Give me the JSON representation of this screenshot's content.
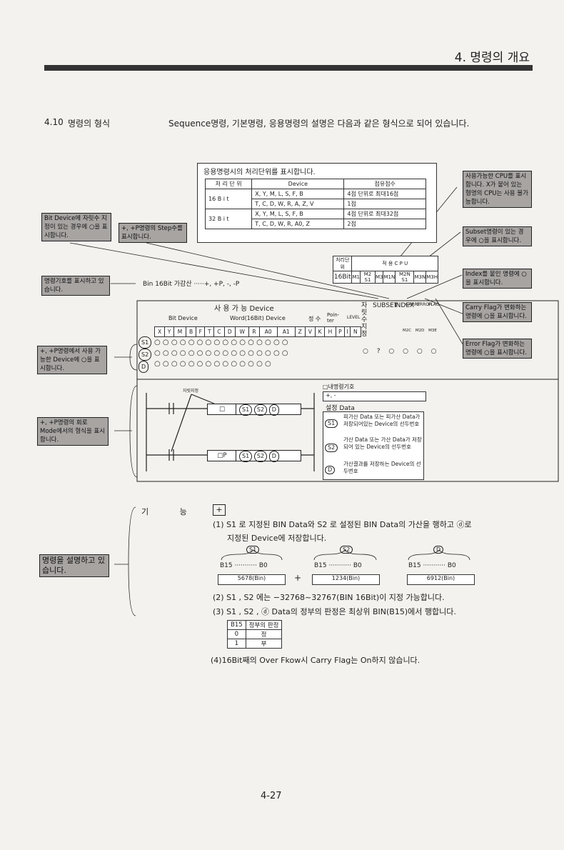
{
  "header": {
    "chapter": "4. 명령의 개요"
  },
  "section": {
    "number": "4.10",
    "title": "명령의 형식",
    "intro": "Sequence명령, 기본명령, 응용명령의 설명은 다음과 같은 형식으로 되어 있습니다."
  },
  "proc_table": {
    "caption": "응용명령시의 처리단위를 표시합니다.",
    "headers": [
      "처 리 단 위",
      "Device",
      "점유점수"
    ],
    "rows": [
      {
        "unit": "16 B i t",
        "device": "X, Y, M, L, S, F, B",
        "count": "4점 단위로 최대16점"
      },
      {
        "unit": "",
        "device": "T, C, D, W, R, A, Z, V",
        "count": "1점"
      },
      {
        "unit": "32 B i t",
        "device": "X, Y, M, L, S, F, B",
        "count": "4점 단위로 최대32점"
      },
      {
        "unit": "",
        "device": "T, C, D, W, R, A0, Z",
        "count": "2점"
      }
    ]
  },
  "cpu_table": {
    "unit_header": "처리단위",
    "cpu_header": "적 용 C P U",
    "unit_value": "16Bit",
    "cells": [
      "M1",
      "M2 S1",
      "M3",
      "M1N",
      "M2N S1",
      "M3N",
      "M3H"
    ]
  },
  "callouts": {
    "cpu_usage": "사용가능한 CPU를 표시합니다. X가 붙어 있는 형명의 CPU는 사용 불가능합니다.",
    "bit_device": "Bit Device에 자릿수 지정이 있는 경우에 ○을 표시합니다.",
    "step_count": "+, +P명령의 Step수를 표시합니다.",
    "subset": "Subset명령이 있는 경우에 ○을 표시합니다.",
    "symbol": "명령기호를 표시하고 있습니다.",
    "index": "Index를 붙인 명령에 ○을 표시합니다.",
    "carry": "Carry Flag가 변화하는 명령에 ○을 표시합니다.",
    "error": "Error Flag가 변화하는 명령에 ○을 표시합니다.",
    "usable_device": "+, +P명령에서 사용 가능한 Device에 ○을 표시합니다.",
    "mode": "+, +P명령의 회로 Mode에서의 형식을 표시합니다.",
    "explain": "명령을 설명하고 있습니다."
  },
  "symbol_line": "Bin 16Bit 가감산 ·····+, +P, -, -P",
  "device_table": {
    "title": "사 용 가 능 Device",
    "groups": [
      "Bit Device",
      "Word(16Bit) Device",
      "정 수",
      "Poin-ter",
      "LEVEL",
      "자릿수지정",
      "SUBSET",
      "INDEX",
      "CARRY",
      "ERROR",
      "FLAG"
    ],
    "columns": [
      "X",
      "Y",
      "M",
      "B",
      "F",
      "T",
      "C",
      "D",
      "W",
      "R",
      "A0",
      "A1",
      "Z",
      "V",
      "K",
      "H",
      "P",
      "I",
      "N"
    ],
    "rows": [
      {
        "label": "S1",
        "marks": "○○○○○○○○○○○○○○○○"
      },
      {
        "label": "S2",
        "marks": "○○○○○○○○○○○○○○○○"
      },
      {
        "label": "D",
        "marks": "○○○○○○○○○○○○○○"
      }
    ],
    "right_marks": [
      "○",
      "?",
      "○",
      "○",
      "○",
      "○"
    ],
    "m_labels": [
      "M2C",
      "M2D",
      "M3E"
    ]
  },
  "ladder": {
    "digit_label": "자릿지정",
    "row1": [
      "□",
      "S1",
      "S2",
      "D"
    ],
    "row2": [
      "□P",
      "S1",
      "S2",
      "D"
    ],
    "symbol_title": "□내명령기호",
    "symbol_value": "+, -",
    "setting_title": "설정 Data",
    "settings": [
      {
        "key": "S1",
        "text": "피가산 Data 또는 피가산 Data가 저장되어있는 Device의 선두번호"
      },
      {
        "key": "S2",
        "text": "가산 Data 또는 가산 Data가 저장되어 있는 Device의 선두번호"
      },
      {
        "key": "D",
        "text": "가산결과를 저장하는 Device의 선두번호"
      }
    ]
  },
  "function": {
    "label": "기 능",
    "icon": "+",
    "p1a": "(1) S1 로 지정된 BIN Data와 S2 로 설정된 BIN Data의 가산을 행하고 ⓓ로",
    "p1b": "지정된 Device에 저장합니다.",
    "ops": [
      {
        "key": "S1",
        "range": "B15 ··········· B0",
        "value": "5678(Bin)"
      },
      {
        "key": "S2",
        "range": "B15 ··········· B0",
        "value": "1234(Bin)"
      },
      {
        "key": "D",
        "range": "B15 ··········· B0",
        "value": "6912(Bin)"
      }
    ],
    "plus": "+",
    "p2": "(2) S1 , S2 에는 −32768~32767(BIN 16Bit)이 지정 가능합니다.",
    "p3": "(3) S1 , S2 , ⓓ Data의 정부의 판정은 최상위 BIN(B15)에서 행합니다.",
    "sign_table": {
      "headers": [
        "B15",
        "정부의 판정"
      ],
      "rows": [
        [
          "0",
          "정"
        ],
        [
          "1",
          "부"
        ]
      ]
    },
    "p4": "(4)16Bit째의 Over Fkow시 Carry Flag는 On하지 않습니다."
  },
  "page_number": "4-27"
}
